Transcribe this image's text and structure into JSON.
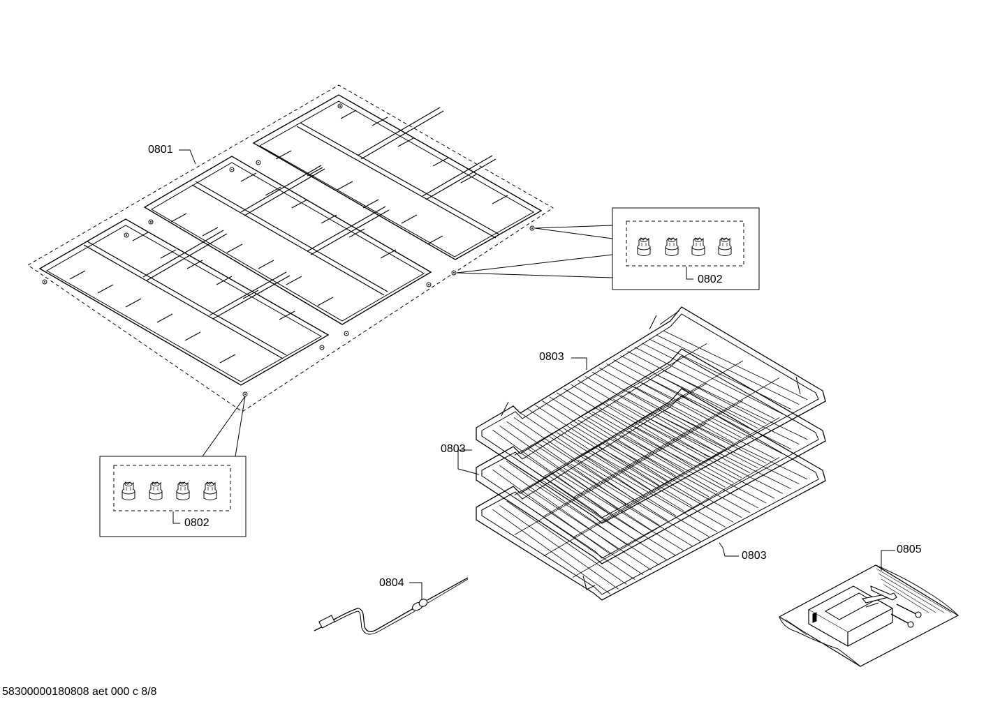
{
  "callouts": {
    "grates": "0801",
    "feet_top": "0802",
    "feet_left": "0802",
    "rack_top": "0803",
    "rack_mid": "0803",
    "rack_bottom": "0803",
    "probe": "0804",
    "kit": "0805"
  },
  "footer": {
    "doc_ref": "58300000180808 aet 000 c 8/8"
  },
  "colors": {
    "line": "#000000",
    "background": "#ffffff"
  }
}
